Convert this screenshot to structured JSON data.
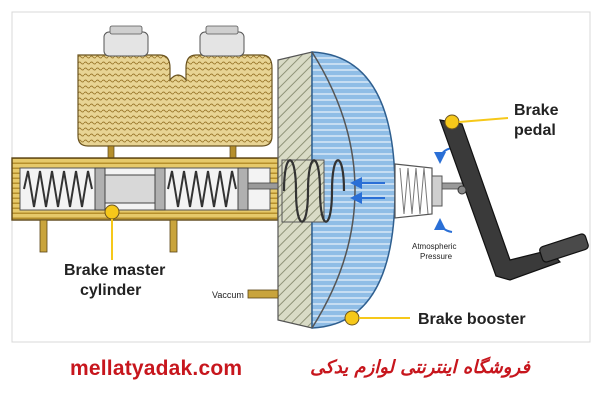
{
  "labels": {
    "pedal_line1": "Brake",
    "pedal_line2": "pedal",
    "master_line1": "Brake master",
    "master_line2": "cylinder",
    "booster": "Brake booster",
    "atm_line1": "Atmospheric",
    "atm_line2": "Pressure",
    "vaccum": "Vaccum"
  },
  "footer": {
    "site": "mellatyadak.com",
    "persian": "فروشگاه اینترنتی لوازم یدکی"
  },
  "colors": {
    "accent": "#c7161d",
    "highlight": "#f6c81a",
    "reservoir": "#e6cf8a",
    "booster_blue": "#6fa8dc"
  }
}
